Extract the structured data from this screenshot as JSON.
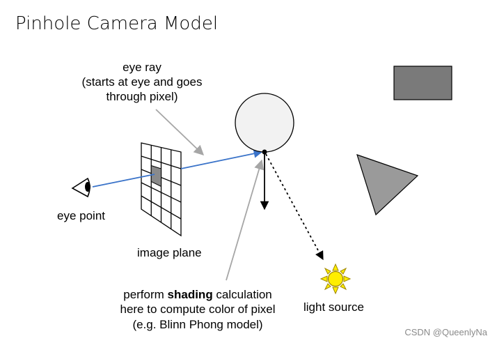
{
  "title": "Pinhole Camera Model",
  "labels": {
    "eye_ray": [
      "eye ray",
      "(starts at eye and goes",
      "through pixel)"
    ],
    "eye_point": "eye point",
    "image_plane": "image plane",
    "shading": {
      "line1_prefix": "perform ",
      "line1_bold": "shading",
      "line1_suffix": " calculation",
      "line2": "here to compute color of pixel",
      "line3": "(e.g. Blinn Phong model)"
    },
    "light_source": "light source"
  },
  "watermark": "CSDN @QueenlyNa",
  "colors": {
    "ray": "#3a73c9",
    "pointer": "#a6a6a6",
    "pixel_highlight": "#8a8a8a",
    "box": "#7a7a7a",
    "triangle": "#9a9a9a",
    "sun_fill": "#ffee00",
    "sun_stroke": "#a08800",
    "sphere_fill": "#f2f2f2"
  }
}
